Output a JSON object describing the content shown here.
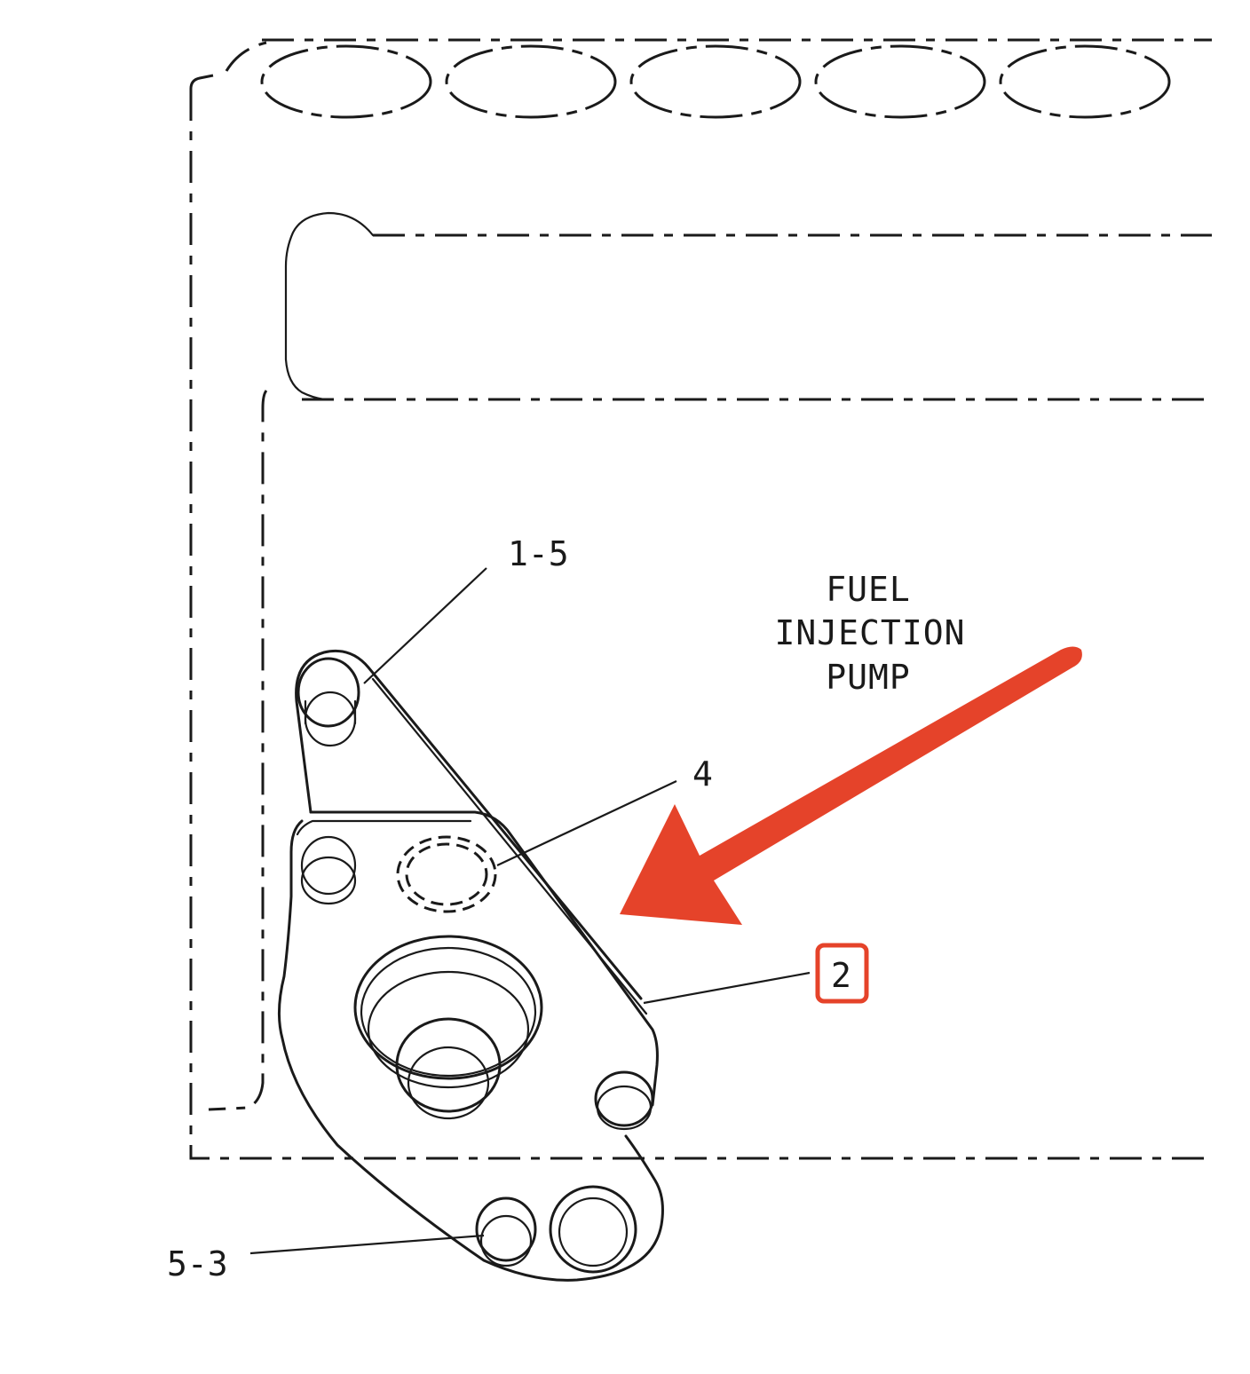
{
  "title_lines": [
    "FUEL",
    "INJECTION",
    "PUMP"
  ],
  "callouts": {
    "part_1_5": "1-5",
    "part_4": "4",
    "part_2": "2",
    "part_5_3": "5-3"
  },
  "highlight": {
    "arrow_color": "#e5432a",
    "box_color": "#e5432a",
    "highlighted_callout": "2"
  }
}
